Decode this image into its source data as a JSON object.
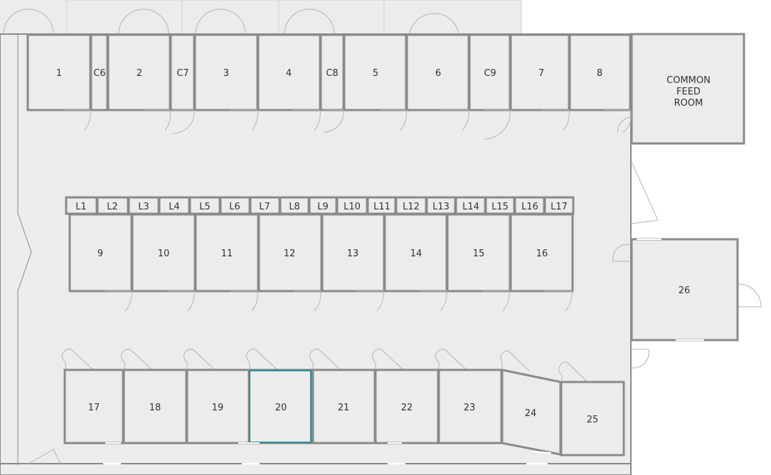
{
  "rooms": {
    "r1": "1",
    "r2": "2",
    "r3": "3",
    "r4": "4",
    "r5": "5",
    "r6": "6",
    "r7": "7",
    "r8": "8",
    "c6": "C6",
    "c7": "C7",
    "c8": "C8",
    "c9": "C9",
    "feed1": "COMMON",
    "feed2": "FEED",
    "feed3": "ROOM",
    "r9": "9",
    "r10": "10",
    "r11": "11",
    "r12": "12",
    "r13": "13",
    "r14": "14",
    "r15": "15",
    "r16": "16",
    "l1": "L1",
    "l2": "L2",
    "l3": "L3",
    "l4": "L4",
    "l5": "L5",
    "l6": "L6",
    "l7": "L7",
    "l8": "L8",
    "l9": "L9",
    "l10": "L10",
    "l11": "L11",
    "l12": "L12",
    "l13": "L13",
    "l14": "L14",
    "l15": "L15",
    "l16": "L16",
    "l17": "L17",
    "r17": "17",
    "r18": "18",
    "r19": "19",
    "r20": "20",
    "r21": "21",
    "r22": "22",
    "r23": "23",
    "r24": "24",
    "r25": "25",
    "r26": "26"
  },
  "colors": {
    "floor": "#ececec",
    "wall": "#8a8a8a",
    "selected": "#2a8f96",
    "door": "#b4b4b4"
  }
}
